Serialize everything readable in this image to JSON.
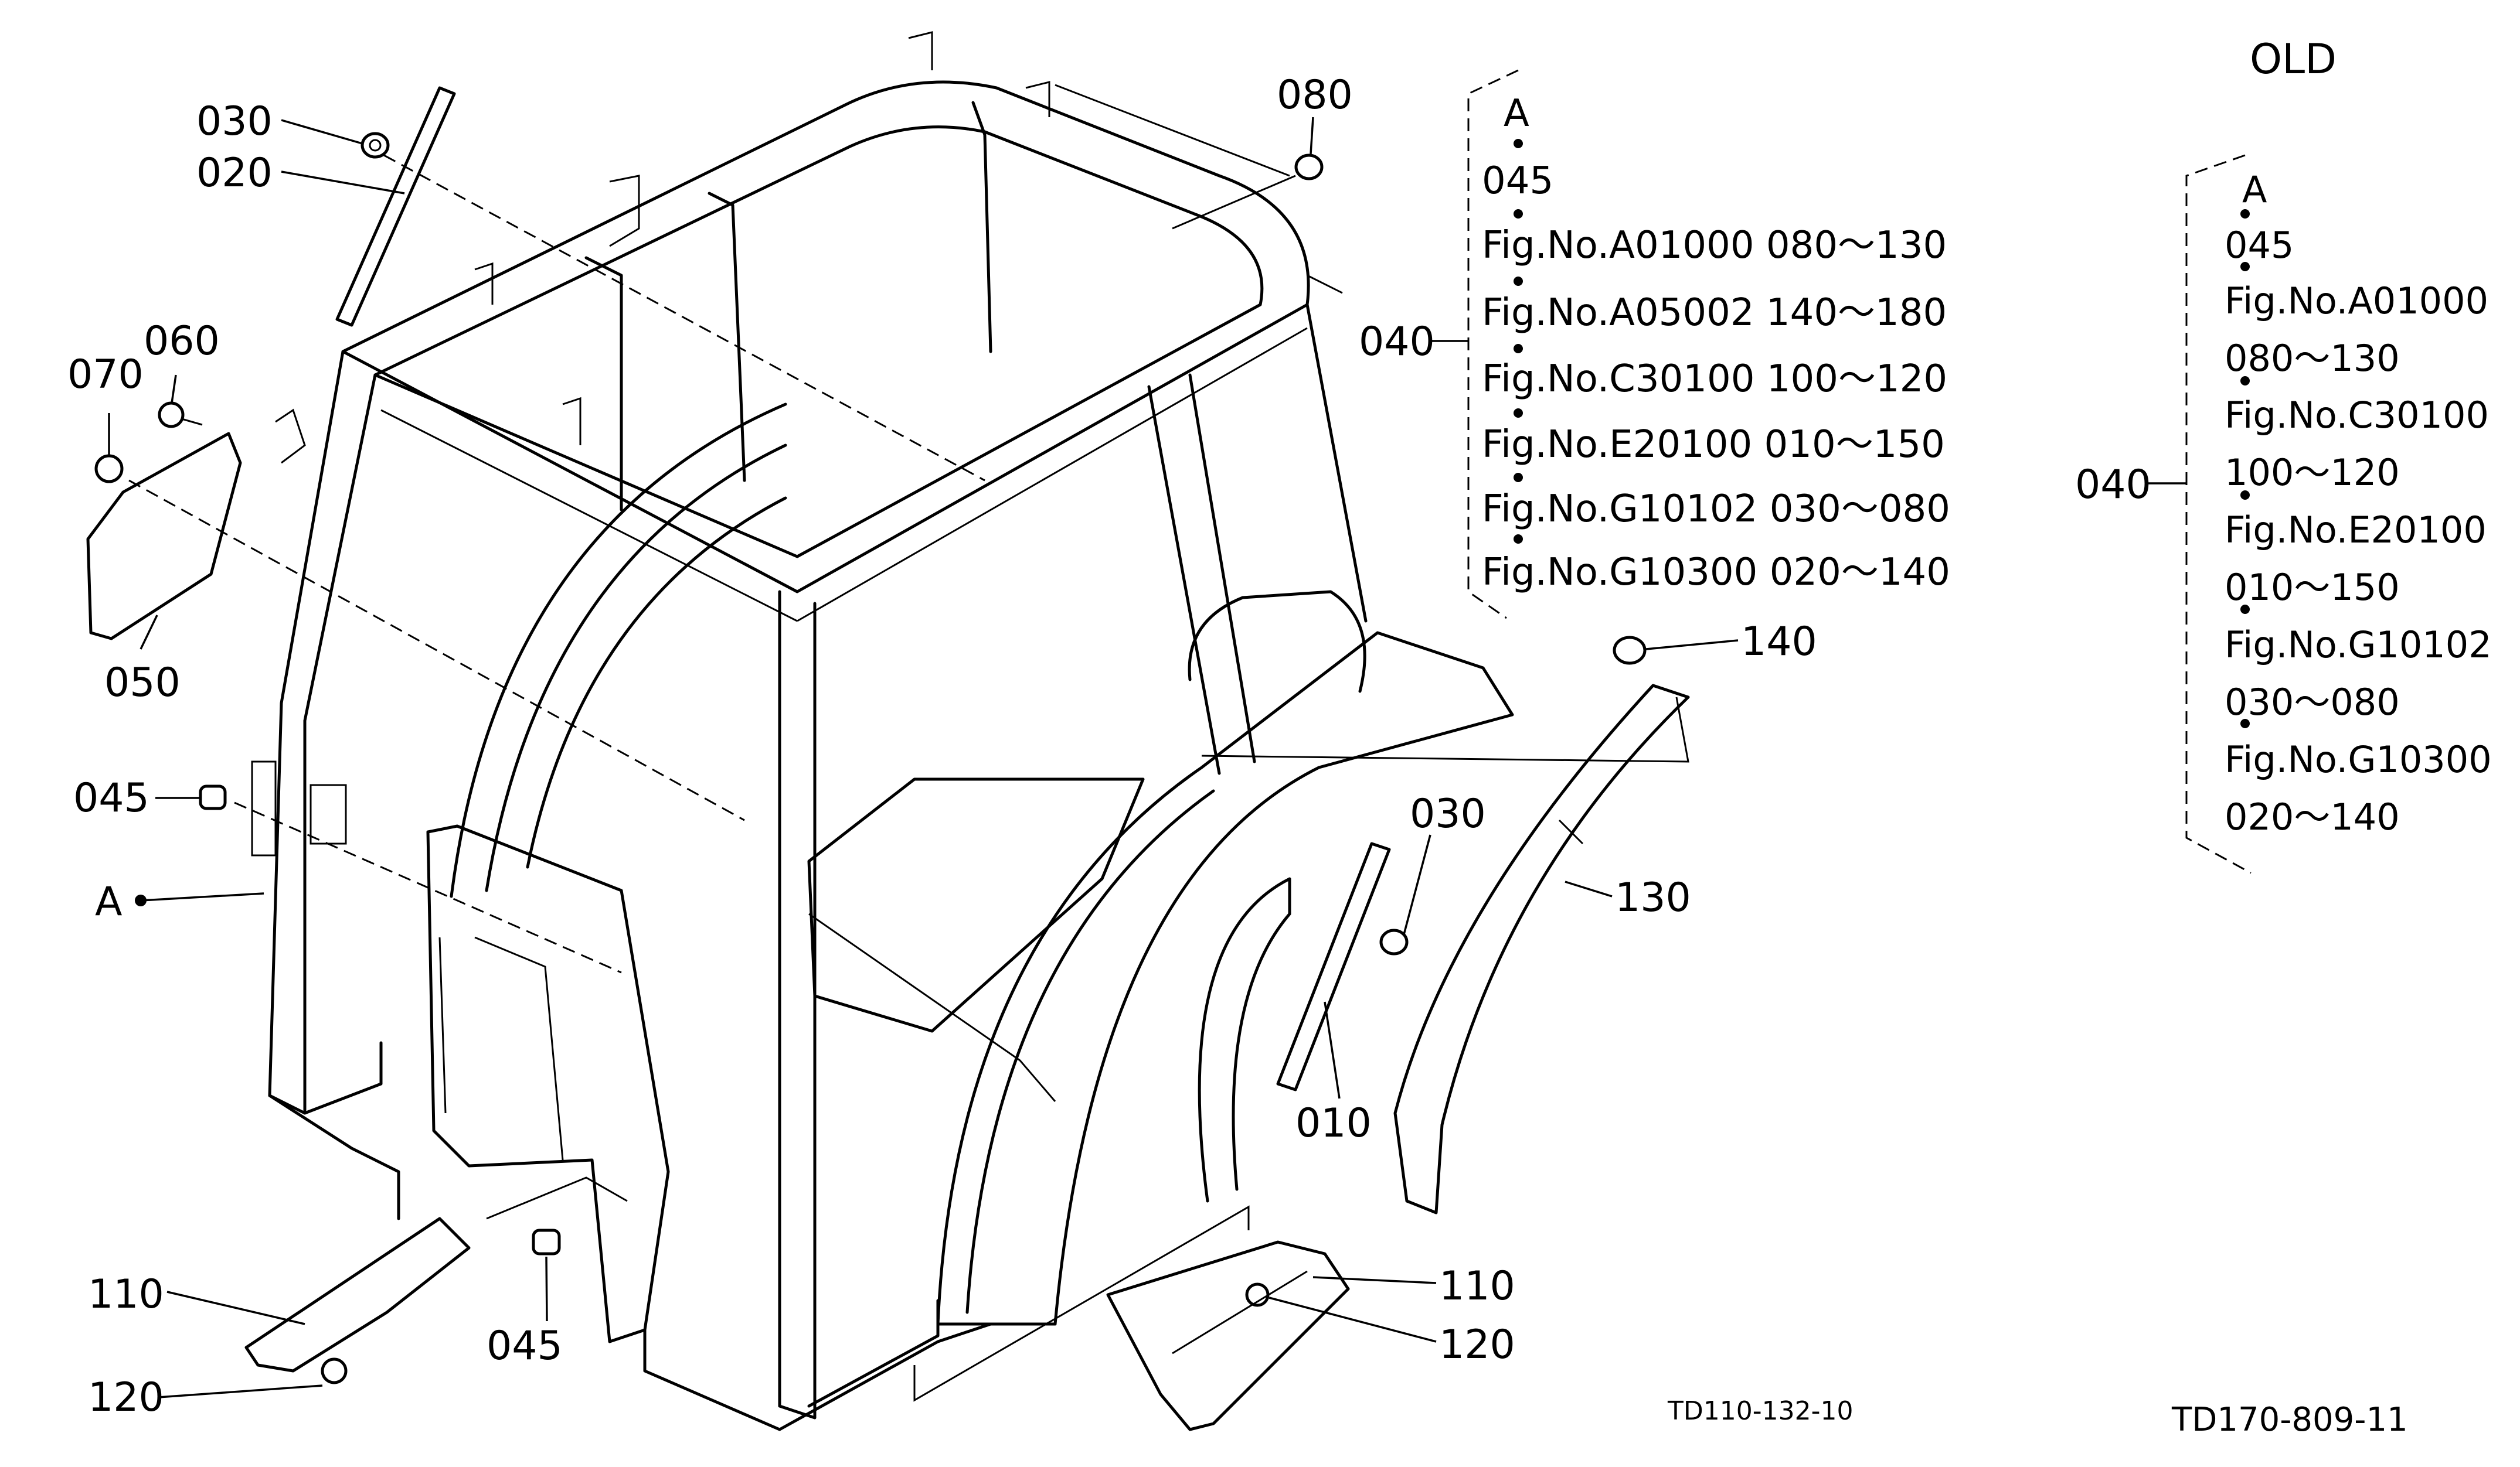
{
  "callouts": {
    "c030a": "030",
    "c020": "020",
    "c080": "080",
    "c060": "060",
    "c070": "070",
    "c050": "050",
    "c045a": "045",
    "cA": "A",
    "c140": "140",
    "c030b": "030",
    "c130": "130",
    "c010": "010",
    "c110a": "110",
    "c120a": "120",
    "c045b": "045",
    "c110b": "110",
    "c120b": "120",
    "c040": "040"
  },
  "current_refs": {
    "a": "A",
    "r045": "045",
    "rows": [
      "Fig.No.A01000  080〜130",
      "Fig.No.A05002  140〜180",
      "Fig.No.C30100  100〜120",
      "Fig.No.E20100  010〜150",
      "Fig.No.G10102  030〜080",
      "Fig.No.G10300  020〜140"
    ]
  },
  "old_refs": {
    "title": "OLD",
    "label": "040",
    "a": "A",
    "r045": "045",
    "rows": [
      "Fig.No.A01000",
      "080〜130",
      "Fig.No.C30100",
      "100〜120",
      "Fig.No.E20100",
      "010〜150",
      "Fig.No.G10102",
      "030〜080",
      "Fig.No.G10300",
      "020〜140"
    ]
  },
  "codes": {
    "drawing": "TD110-132-10",
    "sheet": "TD170-809-11"
  }
}
